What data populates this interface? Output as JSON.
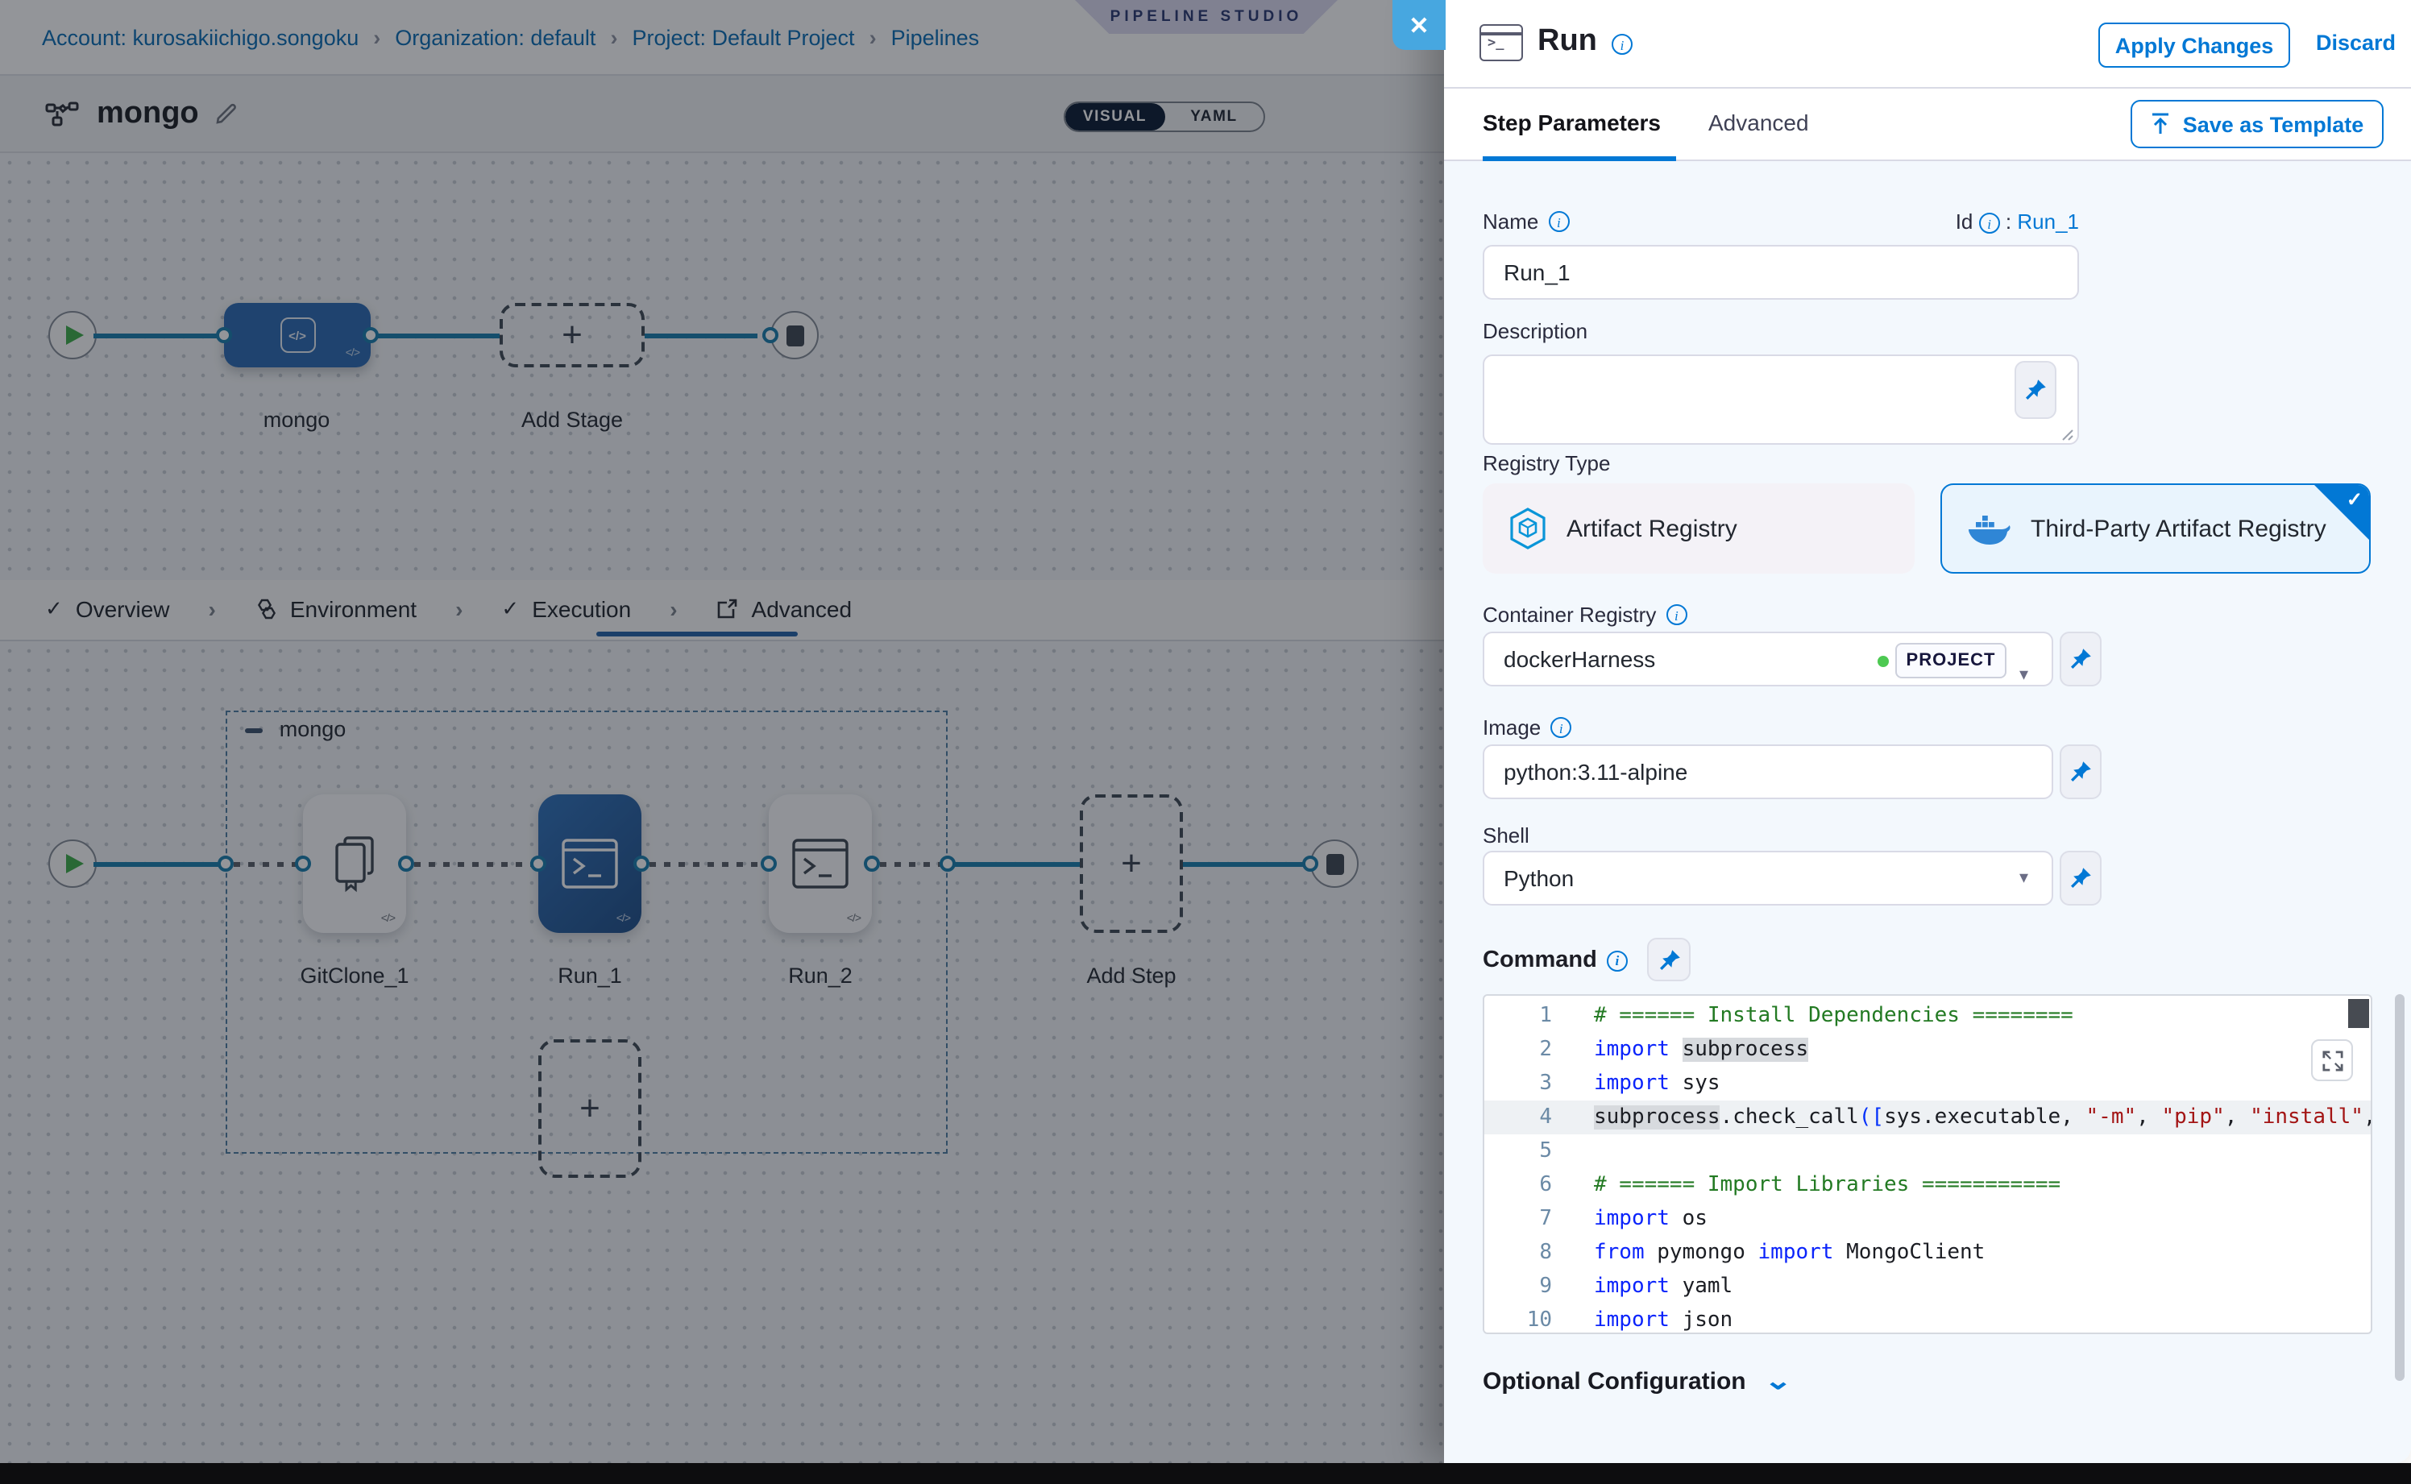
{
  "breadcrumb": {
    "sep": "›",
    "items": [
      {
        "label": "Account: kurosakiichigo.songoku"
      },
      {
        "label": "Organization: default"
      },
      {
        "label": "Project: Default Project"
      },
      {
        "label": "Pipelines"
      }
    ]
  },
  "studio_badge": "PIPELINE STUDIO",
  "pipeline": {
    "title": "mongo",
    "toggle": {
      "visual": "VISUAL",
      "yaml": "YAML"
    }
  },
  "stage_graph": {
    "stage_label": "mongo",
    "add_stage_label": "Add Stage"
  },
  "nav_tabs": {
    "items": [
      {
        "label": "Overview"
      },
      {
        "label": "Environment"
      },
      {
        "label": "Execution"
      },
      {
        "label": "Advanced"
      }
    ]
  },
  "exec_graph": {
    "group_label": "mongo",
    "steps": [
      {
        "label": "GitClone_1"
      },
      {
        "label": "Run_1"
      },
      {
        "label": "Run_2"
      }
    ],
    "add_step_label": "Add Step"
  },
  "panel": {
    "title": "Run",
    "apply_label": "Apply Changes",
    "discard_label": "Discard",
    "tabs": {
      "step_parameters": "Step Parameters",
      "advanced": "Advanced"
    },
    "save_as_template": "Save as Template",
    "name": {
      "label": "Name",
      "value": "Run_1"
    },
    "id": {
      "label": "Id",
      "colon": ":",
      "value": "Run_1"
    },
    "description": {
      "label": "Description",
      "value": ""
    },
    "registry_type": {
      "label": "Registry Type",
      "options": [
        {
          "label": "Artifact Registry"
        },
        {
          "label": "Third-Party Artifact Registry"
        }
      ]
    },
    "container_registry": {
      "label": "Container Registry",
      "value": "dockerHarness",
      "scope": "PROJECT"
    },
    "image": {
      "label": "Image",
      "value": "python:3.11-alpine"
    },
    "shell": {
      "label": "Shell",
      "value": "Python"
    },
    "command": {
      "label": "Command"
    },
    "optional_configuration": "Optional Configuration",
    "colors": {
      "accent": "#0278d5",
      "close_button": "#47a7e0",
      "green_dot": "#4dc952",
      "node_blue": "#2c6bb2"
    }
  },
  "code": {
    "current_line": 4,
    "lines": [
      {
        "n": 1,
        "tokens": [
          {
            "t": "# ====== Install Dependencies ========",
            "c": "cmt"
          }
        ]
      },
      {
        "n": 2,
        "tokens": [
          {
            "t": "import",
            "c": "kw"
          },
          {
            "t": " ",
            "c": "pl"
          },
          {
            "t": "subprocess",
            "c": "pl",
            "hl": true
          }
        ]
      },
      {
        "n": 3,
        "tokens": [
          {
            "t": "import",
            "c": "kw"
          },
          {
            "t": " sys",
            "c": "pl"
          }
        ]
      },
      {
        "n": 4,
        "tokens": [
          {
            "t": "subprocess",
            "c": "pl",
            "hl": true
          },
          {
            "t": ".check_call",
            "c": "pl"
          },
          {
            "t": "([",
            "c": "br"
          },
          {
            "t": "sys.executable, ",
            "c": "pl"
          },
          {
            "t": "\"-m\"",
            "c": "str"
          },
          {
            "t": ", ",
            "c": "pl"
          },
          {
            "t": "\"pip\"",
            "c": "str"
          },
          {
            "t": ", ",
            "c": "pl"
          },
          {
            "t": "\"install\"",
            "c": "str"
          },
          {
            "t": ",",
            "c": "pl"
          }
        ]
      },
      {
        "n": 5,
        "tokens": []
      },
      {
        "n": 6,
        "tokens": [
          {
            "t": "# ====== Import Libraries ===========",
            "c": "cmt"
          }
        ]
      },
      {
        "n": 7,
        "tokens": [
          {
            "t": "import",
            "c": "kw"
          },
          {
            "t": " os",
            "c": "pl"
          }
        ]
      },
      {
        "n": 8,
        "tokens": [
          {
            "t": "from",
            "c": "kw"
          },
          {
            "t": " pymongo ",
            "c": "pl"
          },
          {
            "t": "import",
            "c": "kw"
          },
          {
            "t": " MongoClient",
            "c": "pl"
          }
        ]
      },
      {
        "n": 9,
        "tokens": [
          {
            "t": "import",
            "c": "kw"
          },
          {
            "t": " yaml",
            "c": "pl"
          }
        ]
      },
      {
        "n": 10,
        "tokens": [
          {
            "t": "import",
            "c": "kw"
          },
          {
            "t": " json",
            "c": "pl"
          }
        ]
      }
    ]
  }
}
